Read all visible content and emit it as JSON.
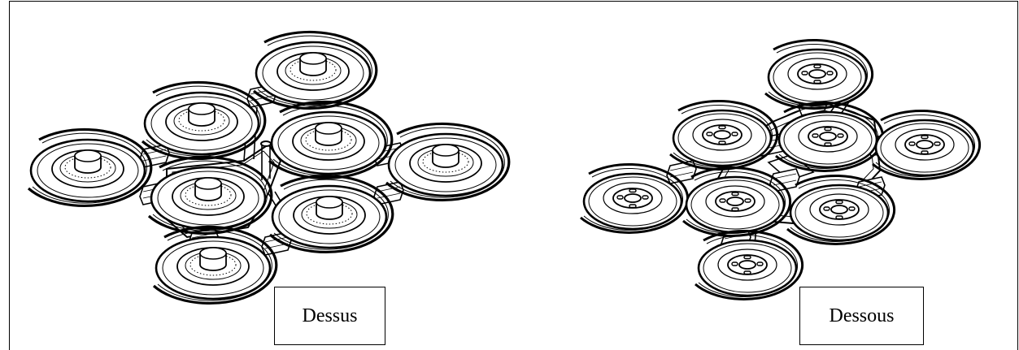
{
  "figure": {
    "views": [
      {
        "id": "top-view",
        "caption": "Dessus"
      },
      {
        "id": "bottom-view",
        "caption": "Dessous"
      }
    ],
    "colors": {
      "line": "#000000",
      "background": "#ffffff"
    }
  }
}
